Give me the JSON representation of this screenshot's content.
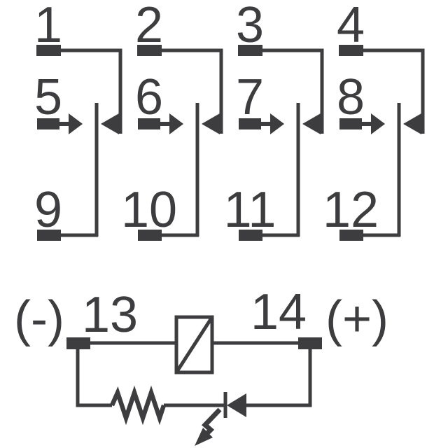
{
  "diagram": {
    "ink_color": "#3d3d3f",
    "background_color": "#ffffff",
    "contact_poles": [
      {
        "top_pin": "1",
        "common_pin": "5",
        "bottom_pin": "9"
      },
      {
        "top_pin": "2",
        "common_pin": "6",
        "bottom_pin": "10"
      },
      {
        "top_pin": "3",
        "common_pin": "7",
        "bottom_pin": "11"
      },
      {
        "top_pin": "4",
        "common_pin": "8",
        "bottom_pin": "12"
      }
    ],
    "coil": {
      "negative_sign": "(-)",
      "left_pin": "13",
      "right_pin": "14",
      "positive_sign": "(+)"
    },
    "symbols": [
      "terminal-pad",
      "moving-contact-arrow",
      "fixed-contact-arrow",
      "relay-coil-box",
      "resistor-zigzag",
      "led-diode",
      "led-emission-arrow"
    ]
  }
}
